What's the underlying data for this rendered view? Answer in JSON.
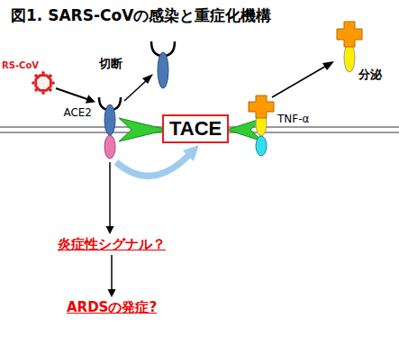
{
  "diagram": {
    "title": "図1. SARS-CoVの感染と重症化機構",
    "nodes": [
      {
        "text": [
          "RS-CoV"
        ]
      },
      {
        "text": [
          "ACE2"
        ]
      },
      {
        "text": [
          "TACE"
        ]
      },
      {
        "text": [
          "TNF-α"
        ]
      },
      {
        "text": [
          "炎症性シグナル？"
        ]
      },
      {
        "text": [
          "ARDSの発症?"
        ]
      }
    ],
    "edges": [
      {
        "from": 0,
        "to": 1,
        "arrow": "to"
      },
      {
        "from": 1,
        "to": 2,
        "arrow": "to"
      },
      {
        "from": 1,
        "to": 4,
        "arrow": "to"
      },
      {
        "from": 4,
        "to": 5,
        "arrow": "to"
      }
    ],
    "labels": [
      "切断",
      "分泌"
    ]
  }
}
